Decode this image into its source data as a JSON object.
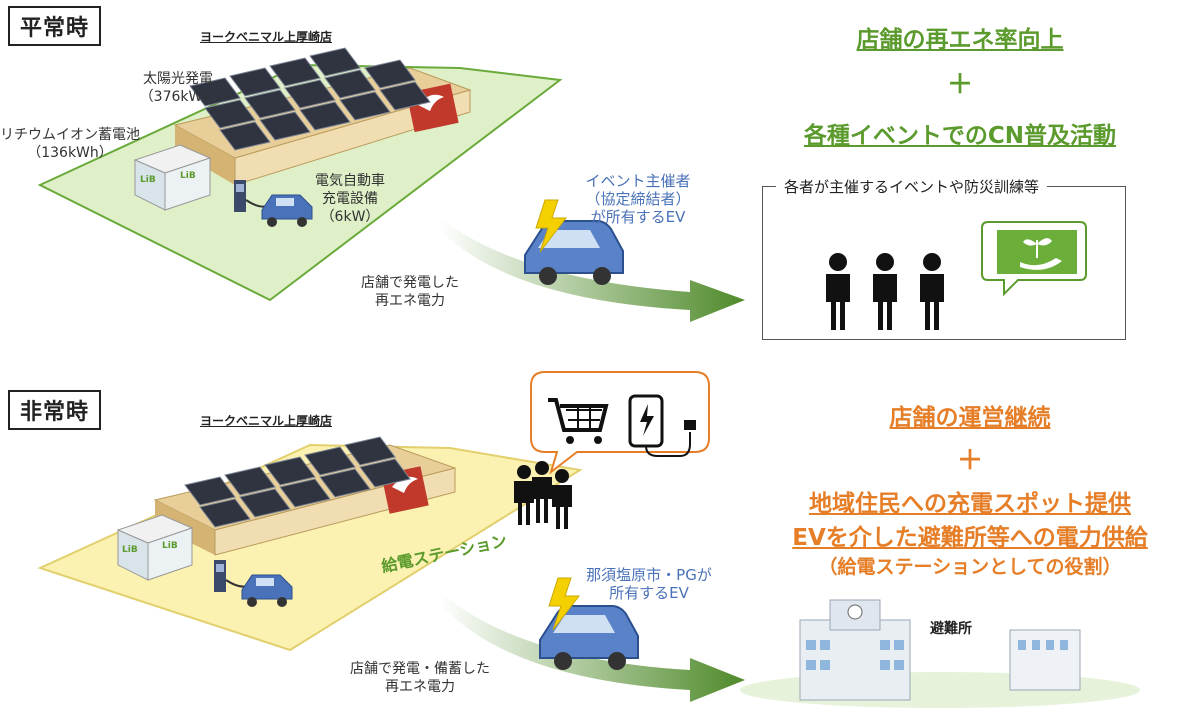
{
  "normal": {
    "mode_label": "平常時",
    "store_name": "ヨークベニマル上厚崎店",
    "solar_label": "太陽光発電",
    "solar_value": "（376kW）",
    "battery_label": "リチウムイオン蓄電池",
    "battery_value": "（136kWh）",
    "charger_label_1": "電気自動車",
    "charger_label_2": "充電設備",
    "charger_value": "（6kW）",
    "ev_owner_1": "イベント主催者",
    "ev_owner_2": "（協定締結者）",
    "ev_owner_3": "が所有するEV",
    "power_label_1": "店舗で発電した",
    "power_label_2": "再エネ電力",
    "heading_1": "店舗の再エネ率向上",
    "plus": "＋",
    "heading_2": "各種イベントでのCN普及活動",
    "event_box_title": "各者が主催するイベントや防災訓練等"
  },
  "emergency": {
    "mode_label": "非常時",
    "store_name": "ヨークベニマル上厚崎店",
    "station_label": "給電ステーション",
    "ev_owner_1": "那須塩原市・PGが",
    "ev_owner_2": "所有するEV",
    "power_label_1": "店舗で発電・備蓄した",
    "power_label_2": "再エネ電力",
    "heading_1": "店舗の運営継続",
    "plus": "＋",
    "heading_2": "地域住民への充電スポット提供",
    "heading_3": "EVを介した避難所等への電力供給",
    "heading_4": "（給電ステーションとしての役割）",
    "shelter_label": "避難所"
  },
  "colors": {
    "green_accent": "#5b9a2c",
    "orange_accent": "#e67e28",
    "ev_blue": "#4a72b8",
    "ground_green": "#dff0c8",
    "ground_yellow": "#fbf1b0"
  },
  "icons": [
    "solar-panel-icon",
    "battery-building-icon",
    "ev-charger-icon",
    "ev-car-icon",
    "lightning-icon",
    "arrow-icon",
    "person-icon",
    "plant-hand-icon",
    "shopping-cart-icon",
    "smartphone-charging-icon",
    "shelter-building-icon"
  ]
}
